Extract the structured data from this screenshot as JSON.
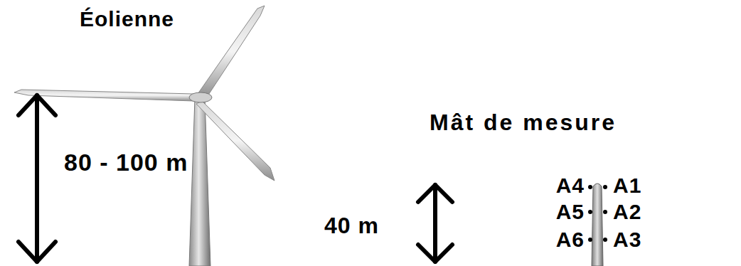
{
  "diagram": {
    "labels": [
      "Éolienne",
      "80 - 100 m",
      "Mât de mesure",
      "40 m",
      "A4",
      "A1",
      "A5",
      "A2",
      "A6",
      "A3"
    ]
  }
}
